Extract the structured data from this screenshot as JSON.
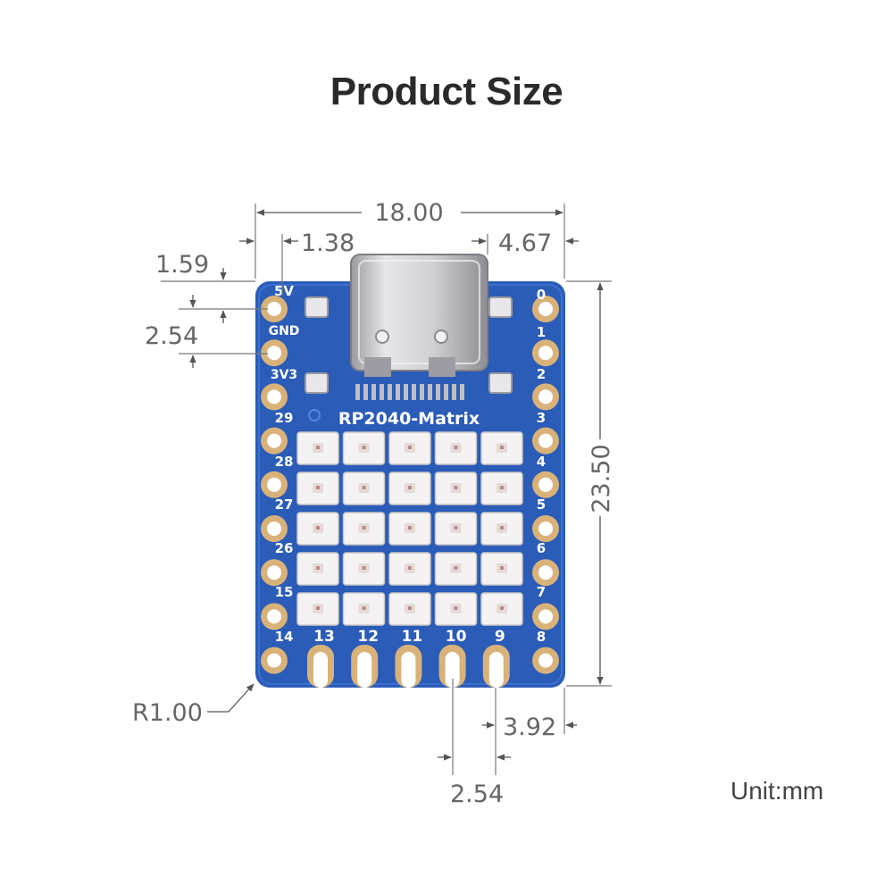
{
  "title": "Product Size",
  "unit_label": "Unit:mm",
  "dimensions": {
    "width_total": "18.00",
    "left_offset": "1.38",
    "right_offset": "4.67",
    "top_offset": "1.59",
    "pin_pitch_vertical": "2.54",
    "height_total": "23.50",
    "corner_radius": "R1.00",
    "bottom_right_offset": "3.92",
    "pin_pitch_horizontal": "2.54"
  },
  "board": {
    "name": "RP2040-Matrix",
    "left_pins": [
      "5V",
      "GND",
      "3V3",
      "29",
      "28",
      "27",
      "26",
      "15",
      "14"
    ],
    "right_pins": [
      "0",
      "1",
      "2",
      "3",
      "4",
      "5",
      "6",
      "7",
      "8"
    ],
    "bottom_pins": [
      "13",
      "12",
      "11",
      "10",
      "9"
    ],
    "led_matrix": {
      "rows": 5,
      "cols": 5
    },
    "colors": {
      "pcb": "#2a5cb8",
      "pad": "#d9b27a",
      "led": "#f4f2f2",
      "connector": "#c9c9cc"
    }
  }
}
